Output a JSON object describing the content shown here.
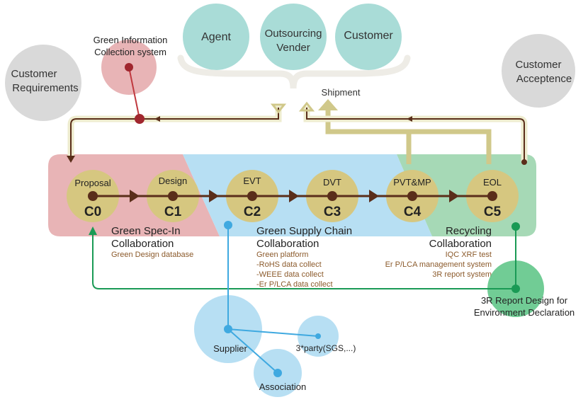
{
  "top_entities": {
    "agent": "Agent",
    "outsourcing_vender_line1": "Outsourcing",
    "outsourcing_vender_line2": "Vender",
    "customer": "Customer"
  },
  "shipment": "Shipment",
  "customer_requirements": {
    "line1": "Customer",
    "line2": "Requirements"
  },
  "customer_acceptence": {
    "line1": "Customer",
    "line2": "Acceptence"
  },
  "green_info_system": {
    "line1": "Green Information",
    "line2": "Collection system"
  },
  "stages": [
    {
      "name": "Proposal",
      "code": "C0"
    },
    {
      "name": "Design",
      "code": "C1"
    },
    {
      "name": "EVT",
      "code": "C2"
    },
    {
      "name": "DVT",
      "code": "C3"
    },
    {
      "name": "PVT&MP",
      "code": "C4"
    },
    {
      "name": "EOL",
      "code": "C5"
    }
  ],
  "zones": {
    "green_spec": {
      "title_line1": "Green Spec-In",
      "title_line2": "Collaboration",
      "items": [
        "Green Design database"
      ]
    },
    "supply_chain": {
      "title_line1": "Green Supply Chain",
      "title_line2": "Collaboration",
      "items": [
        "Green platform",
        "-RoHS data collect",
        "-WEEE data collect",
        "-Er P/LCA data collect"
      ]
    },
    "recycling": {
      "title_line1": "Recycling",
      "title_line2": "Collaboration",
      "items": [
        "IQC XRF test",
        "Er P/LCA management system",
        "3R report system"
      ]
    }
  },
  "report_design": {
    "line1": "3R Report Design for",
    "line2": "Environment Declaration"
  },
  "supplier": "Supplier",
  "third_party": "3*party(SGS,...)",
  "association": "Association",
  "colors": {
    "teal_circle": "#a9dcd7",
    "gray_circle": "#d9d9d9",
    "red_zone": "#e8b4b6",
    "blue_zone": "#b7dff3",
    "green_zone": "#a6d9b6",
    "stage_circle": "#d6c780",
    "flow_line": "#5a2e1a",
    "tan_arrow": "#d0c88a",
    "blue_line": "#3fa9e0",
    "green_line": "#1a9a55",
    "red_line": "#c0393f",
    "note_text": "#8b5a2b"
  }
}
